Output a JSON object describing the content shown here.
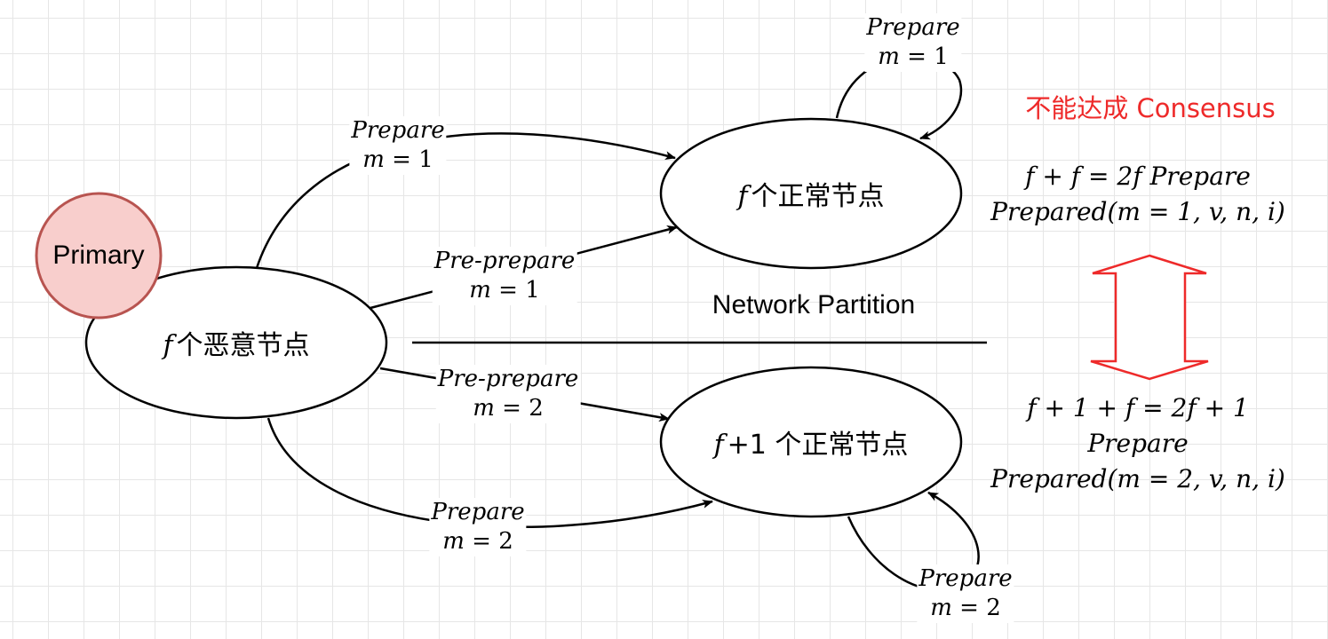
{
  "nodes": {
    "primary": "Primary",
    "faulty": {
      "f": "f",
      "label": "个恶意节点"
    },
    "honest_top": {
      "f": "f",
      "label": "个正常节点"
    },
    "honest_bottom": {
      "f": "f",
      "label": "+1 个正常节点"
    }
  },
  "messages": {
    "top_prepare": {
      "type": "Prepare",
      "var": "m",
      "value": "= 1"
    },
    "top_preprepare": {
      "type": "Pre-prepare",
      "var": "m",
      "value": "= 1"
    },
    "top_self": {
      "type": "Prepare",
      "var": "m",
      "value": "= 1"
    },
    "bottom_preprepare": {
      "type": "Pre-prepare",
      "var": "m",
      "value": "= 2"
    },
    "bottom_prepare": {
      "type": "Prepare",
      "var": "m",
      "value": "= 2"
    },
    "bottom_self": {
      "type": "Prepare",
      "var": "m",
      "value": "= 2"
    }
  },
  "partition": "Network Partition",
  "right": {
    "no_consensus": "不能达成 Consensus",
    "top_line1": "f + f = 2f  Prepare",
    "top_line2": "Prepared(m = 1, v, n, i)",
    "bottom_line1": "f + 1 +  f = 2f + 1",
    "bottom_line2": "Prepare",
    "bottom_line3": "Prepared(m = 2, v, n, i)"
  },
  "colors": {
    "primary_fill": "#f8cecc",
    "primary_stroke": "#b85450",
    "arrow_red": "#ee2a2a"
  }
}
